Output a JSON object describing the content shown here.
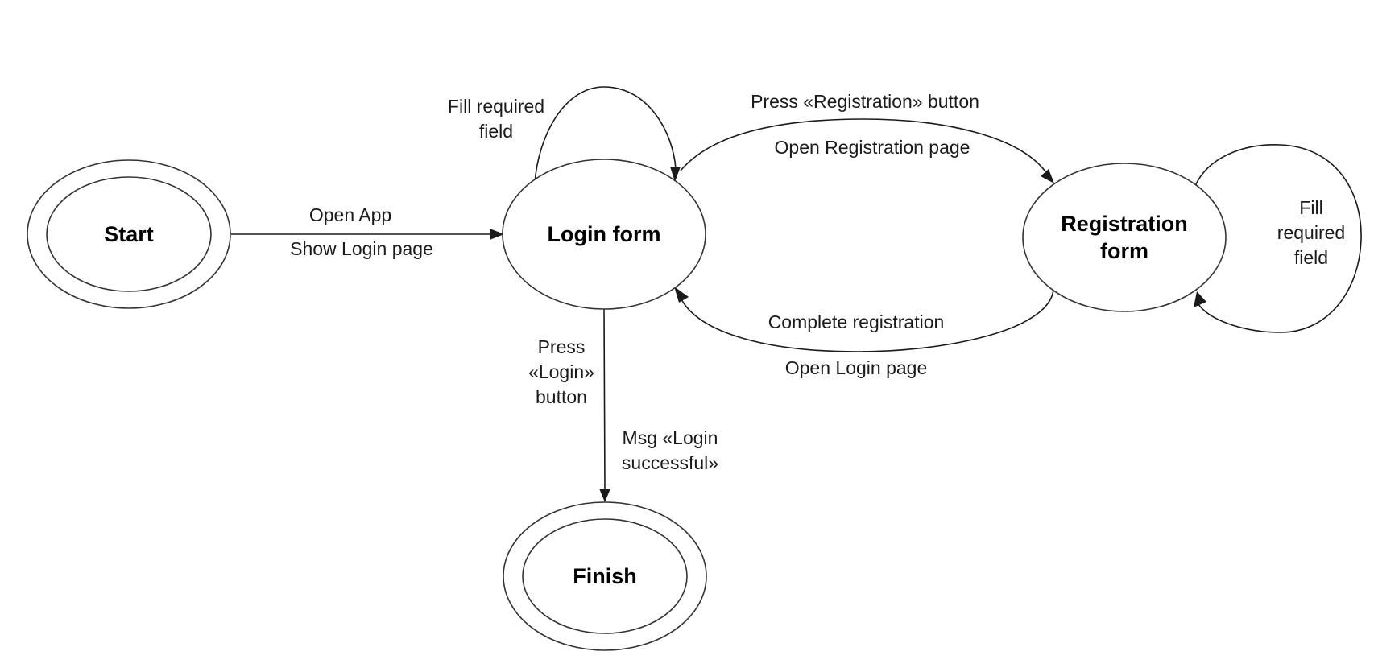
{
  "diagram": {
    "nodes": {
      "start": {
        "label": "Start"
      },
      "login": {
        "label": "Login form"
      },
      "registration": {
        "label_line1": "Registration",
        "label_line2": "form"
      },
      "finish": {
        "label": "Finish"
      }
    },
    "edges": {
      "start_to_login": {
        "event": "Open App",
        "action": "Show Login page"
      },
      "login_self": {
        "line1": "Fill required",
        "line2": "field"
      },
      "login_to_registration": {
        "event": "Press «Registration» button",
        "action": "Open Registration page"
      },
      "registration_self": {
        "line1": "Fill",
        "line2": "required",
        "line3": "field"
      },
      "registration_to_login": {
        "event": "Complete registration",
        "action": "Open Login page"
      },
      "login_to_finish": {
        "event_line1": "Press",
        "event_line2": "«Login»",
        "event_line3": "button",
        "action_line1": "Msg «Login",
        "action_line2": "successful»"
      }
    },
    "colors": {
      "stroke": "#333333",
      "edge": "#1a1a1a",
      "text": "#000000",
      "background": "#ffffff"
    }
  }
}
